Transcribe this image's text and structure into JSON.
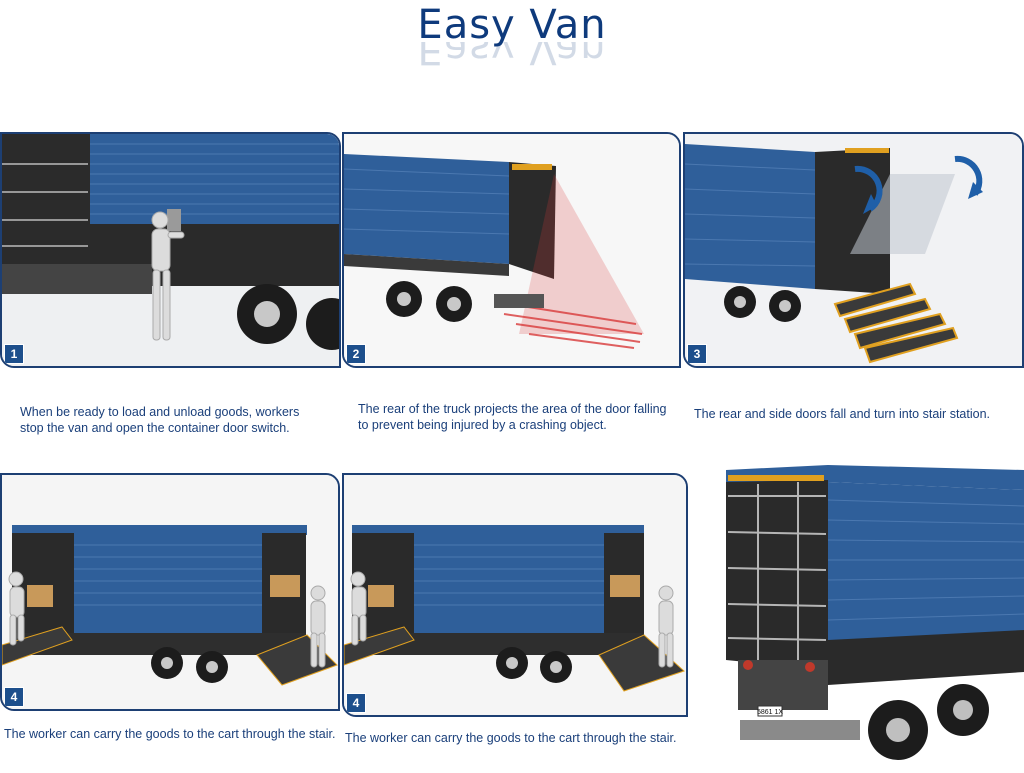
{
  "title": "Easy Van",
  "panels": [
    {
      "number": "1",
      "caption": "When be ready to load and unload goods, workers stop the van and open the container door switch."
    },
    {
      "number": "2",
      "caption": "The rear of the truck projects the area of the door falling to prevent being injured by a crashing object."
    },
    {
      "number": "3",
      "caption": "The rear and side doors fall and turn into stair station."
    },
    {
      "number": "4",
      "caption": "The worker can carry the goods to the cart through the stair."
    },
    {
      "number": "4",
      "caption": "The worker can carry the goods to the cart through the stair."
    }
  ],
  "plate_text": "5861 1X",
  "colors": {
    "accent": "#1d4f8c",
    "panel_blue": "#2f5f9a",
    "body_dark": "#2a2a2a",
    "projection_red": "#d93a3a"
  }
}
